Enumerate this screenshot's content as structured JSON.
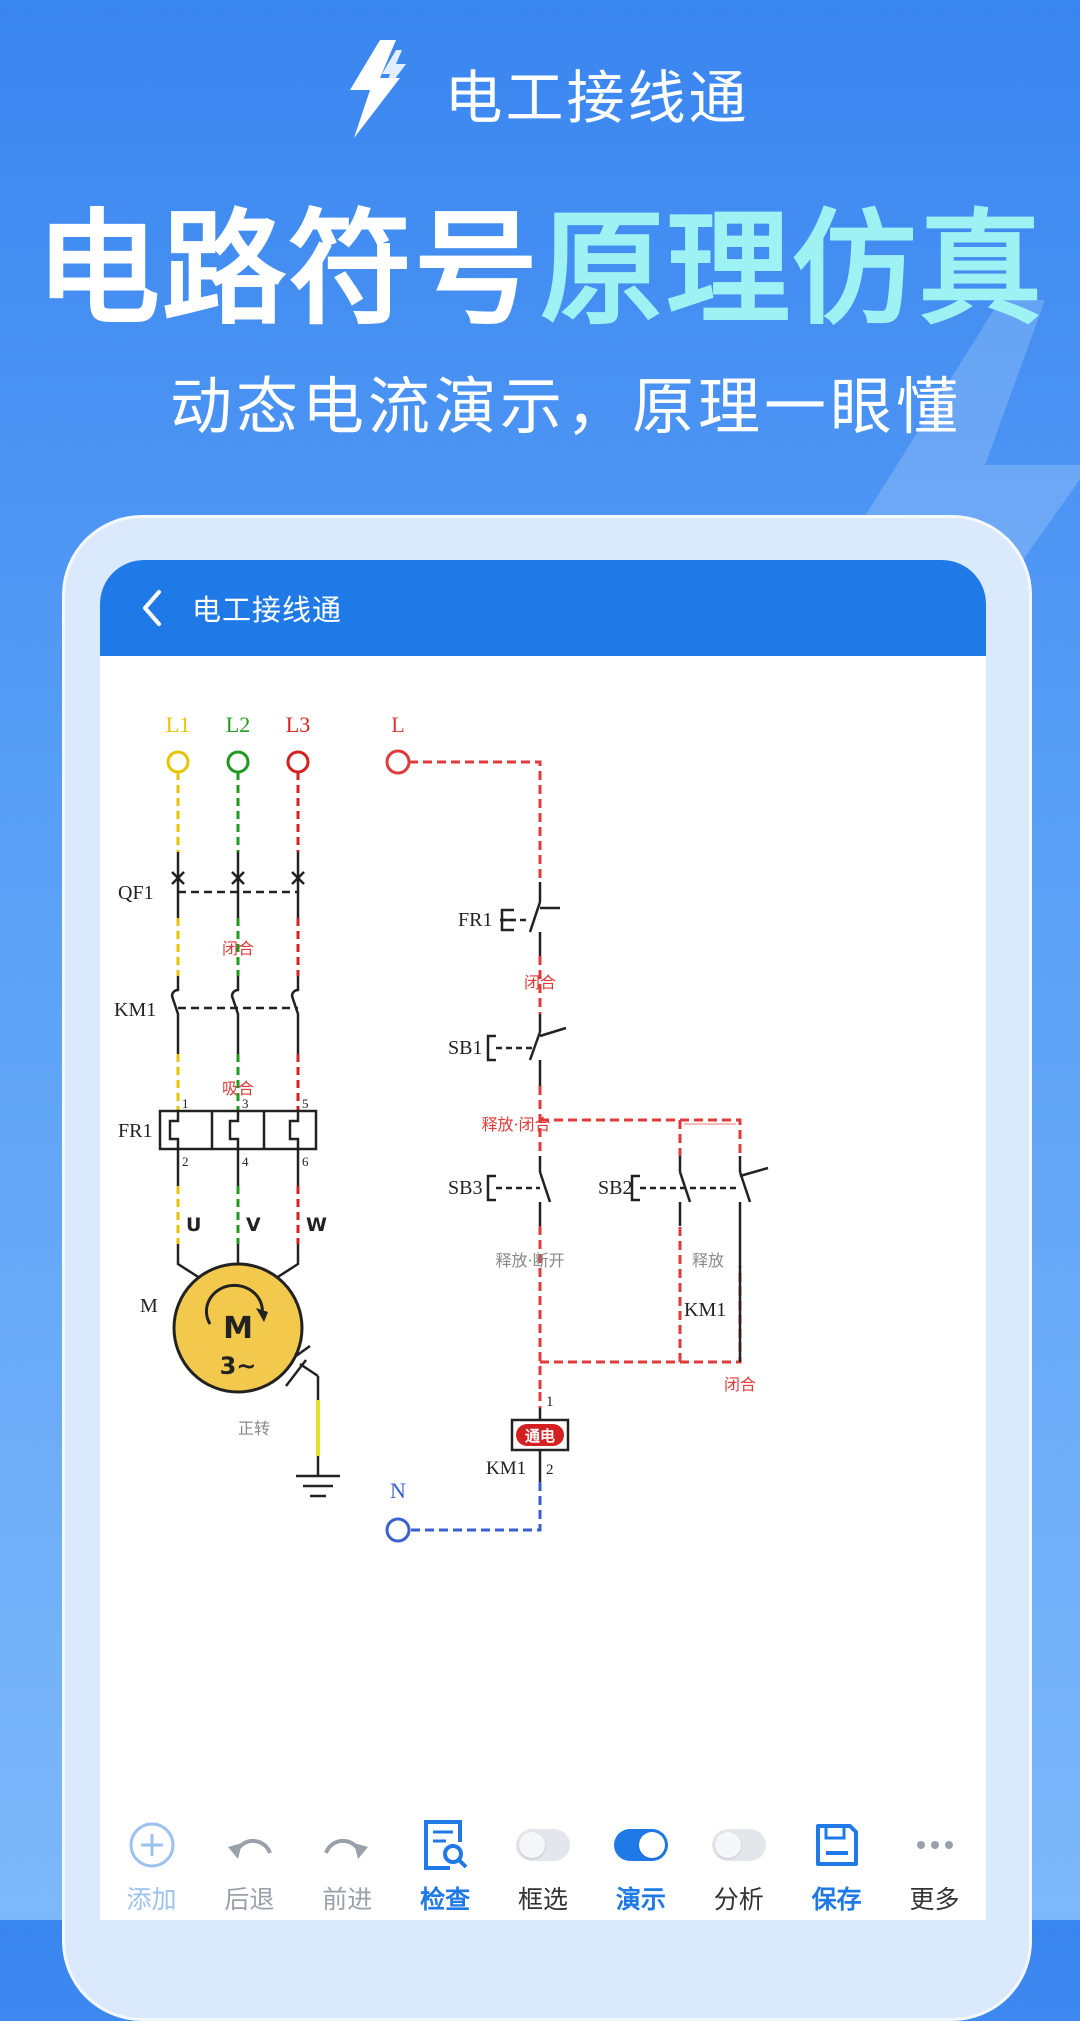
{
  "app": {
    "name": "电工接线通",
    "logo_icon": "lightning-bolt-icon"
  },
  "headline": {
    "part_white": "电路符号",
    "part_cyan": "原理仿真",
    "cyan_color": "#9ff2f4"
  },
  "subline": "动态电流演示，原理一眼懂",
  "screen": {
    "title": "电工接线通",
    "back_icon": "chevron-left-icon",
    "accent": "#1f7ae8"
  },
  "diagram": {
    "main_circuit": {
      "phase_labels": [
        "L1",
        "L2",
        "L3"
      ],
      "phase_colors": [
        "#e8c400",
        "#1f9a1f",
        "#d42020"
      ],
      "qf1_label": "QF1",
      "qf1_state": "闭合",
      "km1_label": "KM1",
      "km1_state": "吸合",
      "fr1_label": "FR1",
      "terminals_top": [
        "1",
        "3",
        "5"
      ],
      "terminals_bottom": [
        "2",
        "4",
        "6"
      ],
      "motor_terminals": [
        "U",
        "V",
        "W"
      ],
      "motor_label": "M",
      "motor_text": "M",
      "motor_sub": "3~",
      "motor_color": "#f2c94c",
      "motor_state": "正转"
    },
    "control_circuit": {
      "l_label": "L",
      "n_label": "N",
      "fr1_label": "FR1",
      "fr1_state": "闭合",
      "sb1_label": "SB1",
      "sb1_state": "释放·闭合",
      "sb3_label": "SB3",
      "sb3_state": "释放·断开",
      "sb2_label": "SB2",
      "sb2_state": "释放",
      "km1_contact_label": "KM1",
      "km1_contact_state": "闭合",
      "coil_badge": "通电",
      "coil_label": "KM1",
      "coil_terminal_top": "1",
      "coil_terminal_bottom": "2",
      "live_color": "#e03a3a",
      "neutral_color": "#3a5fd0"
    }
  },
  "toolbar": {
    "items": [
      {
        "label": "添加",
        "icon": "add-circle-icon"
      },
      {
        "label": "后退",
        "icon": "undo-icon"
      },
      {
        "label": "前进",
        "icon": "redo-icon"
      },
      {
        "label": "检查",
        "icon": "inspect-icon"
      },
      {
        "label": "框选",
        "icon": "toggle-off-icon",
        "state": "off"
      },
      {
        "label": "演示",
        "icon": "toggle-on-icon",
        "state": "on"
      },
      {
        "label": "分析",
        "icon": "toggle-off-icon",
        "state": "off"
      },
      {
        "label": "保存",
        "icon": "save-icon"
      },
      {
        "label": "更多",
        "icon": "more-dots-icon"
      }
    ]
  }
}
